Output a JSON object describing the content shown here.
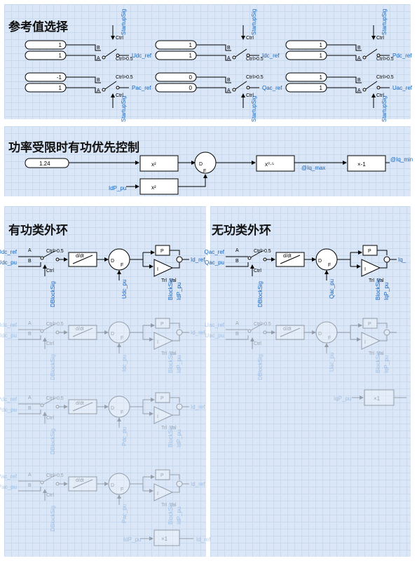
{
  "panels": {
    "ref_select": "参考值选择",
    "power_limit": "功率受限时有功优先控制",
    "active_loop": "有功类外环",
    "reactive_loop": "无功类外环"
  },
  "ref_select": {
    "sw1": {
      "a": "1",
      "b": "1",
      "out": "Udc_ref",
      "sig": "StartupSig"
    },
    "sw2": {
      "a": "1",
      "b": "1",
      "out": "Idc_ref",
      "sig": "StartupSig"
    },
    "sw3": {
      "a": "1",
      "b": "1",
      "out": "Pdc_ref",
      "sig": "StartupSig"
    },
    "sw4": {
      "a": "-1",
      "b": "1",
      "out": "Pac_ref",
      "sig": "StartupSig"
    },
    "sw5": {
      "a": "0",
      "b": "0",
      "out": "Qac_ref",
      "sig": "StartupSig"
    },
    "sw6": {
      "a": "1",
      "b": "1",
      "out": "Uac_ref",
      "sig": "StartupSig"
    },
    "ctrl": "Ctrl",
    "ctrl_thr": "Ctrl>0.5",
    "pin_a": "A",
    "pin_b": "B"
  },
  "power_limit": {
    "const": "1.24",
    "sq1": "x²",
    "sq2": "x²",
    "pow": "x⁰·⁵",
    "neg": "×-1",
    "in": "IdP_pu",
    "mid": "@Iq_max",
    "out": "@Iq_min",
    "d": "D",
    "f": "F"
  },
  "active_loop": {
    "row1": {
      "a": "Udc_ref",
      "b": "Udc_pu",
      "fb": "Udc_pu",
      "out": "Id_ref"
    },
    "row2": {
      "a": "Idc_ref",
      "b": "Idc_pu",
      "fb": "Idc_pu",
      "out": "Id_ref"
    },
    "row3": {
      "a": "Pdc_ref",
      "b": "Pdc_pu",
      "fb": "Pdc_pu",
      "out": "Id_ref"
    },
    "row4": {
      "a": "Pac_ref",
      "b": "Pac_pu",
      "fb": "Pac_pu",
      "out": "Id_ref"
    },
    "gain": {
      "in": "IdP_pu",
      "label": "×1",
      "out": "Id_ref"
    },
    "blk": "DBlockSig",
    "bsig": "BlockSig",
    "idp": "IdP_pu",
    "ddt": "d/dt",
    "P": "P",
    "I": "I",
    "trl": "Trl",
    "val": "Val",
    "ctrl_thr": "Ctrl>0.5",
    "ctrl": "Ctrl"
  },
  "reactive_loop": {
    "row1": {
      "a": "Qac_ref",
      "b": "Qac_pu",
      "fb": "Qac_pu",
      "out": "Iq_"
    },
    "row2": {
      "a": "Uac_ref",
      "b": "Uac_pu",
      "fb": "Uac_pu"
    },
    "gain": {
      "in": "IqP_pu",
      "label": "×1"
    },
    "blk": "DBlockSig",
    "bsig": "BlockSig",
    "iqp": "IqP_pu"
  }
}
